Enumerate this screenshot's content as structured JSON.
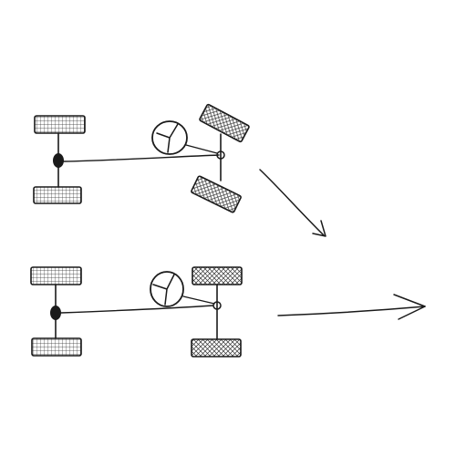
{
  "diagram": {
    "panels": [
      {
        "id": "turning",
        "steering": "turned",
        "arrow": "curved-down-right"
      },
      {
        "id": "straight",
        "steering": "straight",
        "arrow": "straight-right"
      }
    ],
    "colors": {
      "ink": "#1a1a1a",
      "background": "#ffffff"
    },
    "icons": [
      "steering-wheel-icon",
      "wheel-icon",
      "axle-joint-icon",
      "direction-arrow-icon"
    ]
  }
}
